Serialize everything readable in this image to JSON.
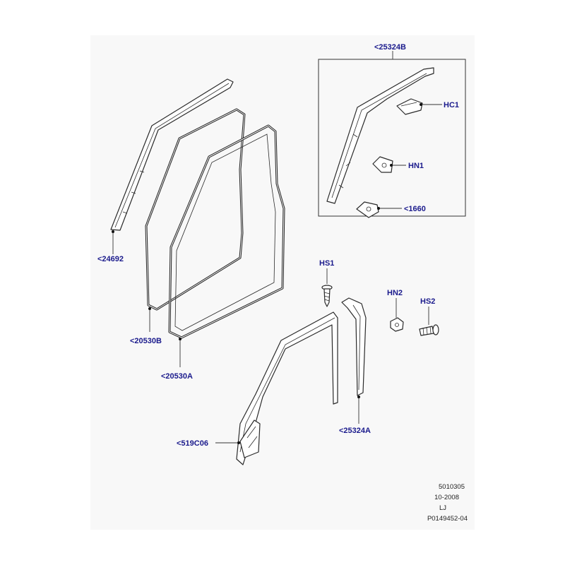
{
  "diagram": {
    "callout_color": "#1a1a8c",
    "inset_box_label": "<25324B",
    "labels": {
      "c25324B": "<25324B",
      "hc1": "HC1",
      "hn1": "HN1",
      "c1660": "<1660",
      "c24692": "<24692",
      "hs1": "HS1",
      "hn2": "HN2",
      "hs2": "HS2",
      "c20530B": "<20530B",
      "c20530A": "<20530A",
      "c25324A": "<25324A",
      "c519C06": "<519C06"
    },
    "footer": {
      "line1": "5010305",
      "line2": "10-2008",
      "line3": "LJ",
      "line4": "P0149452-04"
    }
  }
}
